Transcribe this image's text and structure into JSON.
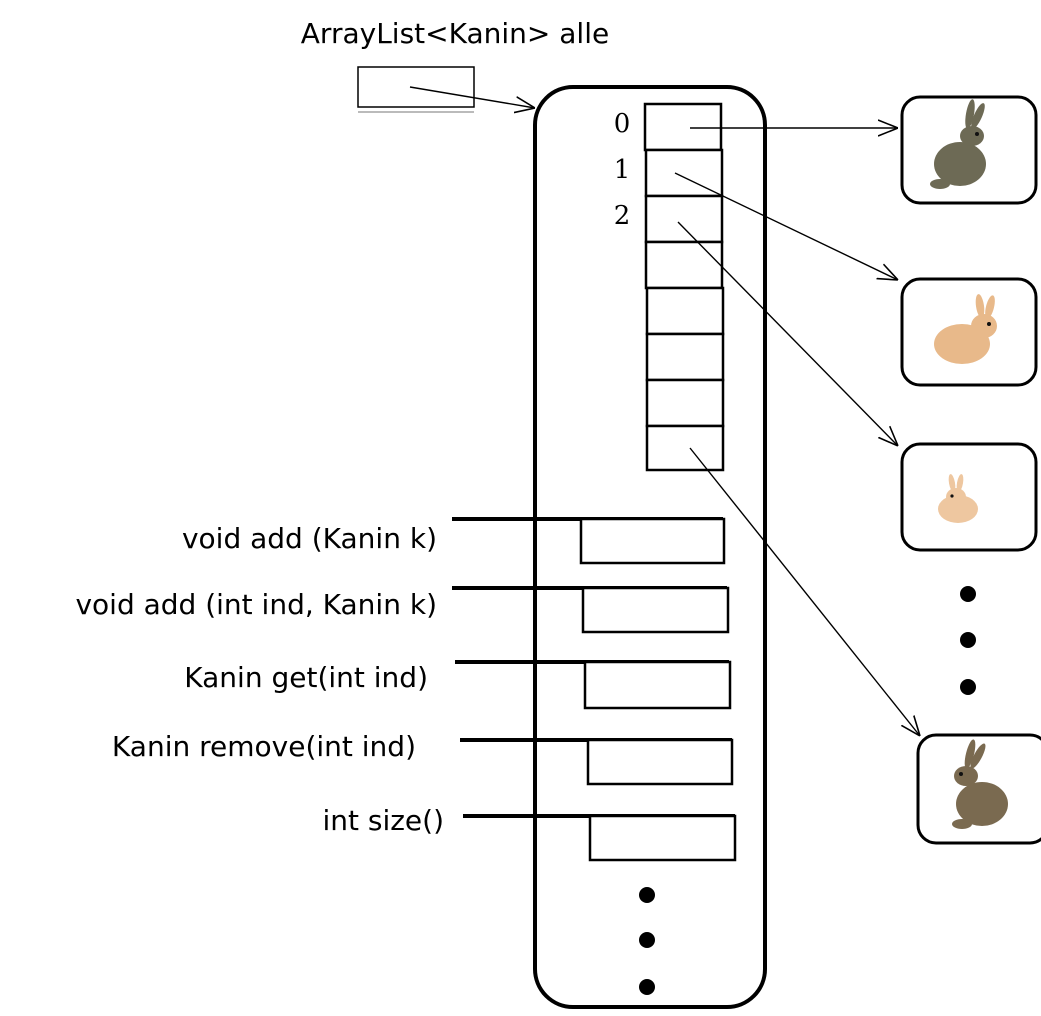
{
  "variable": {
    "label": "ArrayList<Kanin> alle"
  },
  "array": {
    "indices": [
      "0",
      "1",
      "2"
    ]
  },
  "methods": [
    "void add (Kanin k)",
    "void add (int ind, Kanin k)",
    "Kanin get(int ind)",
    "Kanin remove(int ind)",
    "int size()"
  ],
  "rabbits": [
    {
      "name": "rabbit-grey-1",
      "color": "#6d6a55"
    },
    {
      "name": "rabbit-light-1",
      "color": "#e8b98a"
    },
    {
      "name": "rabbit-light-2",
      "color": "#eec7a0"
    },
    {
      "name": "rabbit-grey-2",
      "color": "#7a6a50"
    }
  ]
}
